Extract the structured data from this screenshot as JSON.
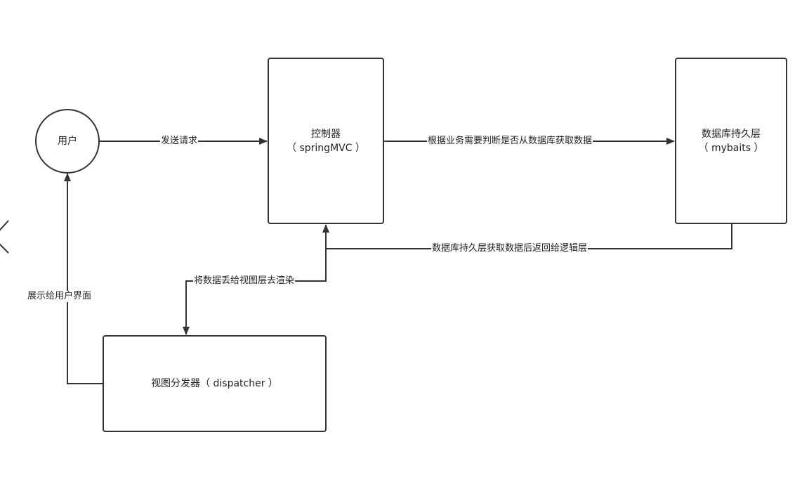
{
  "nodes": {
    "user": {
      "label": "用户"
    },
    "controller": {
      "line1": "控制器",
      "line2": "（ springMVC ）"
    },
    "persistence": {
      "line1": "数据库持久层",
      "line2": "（ mybaits ）"
    },
    "dispatcher": {
      "label": "视图分发器（ dispatcher ）"
    }
  },
  "edges": {
    "send_request": "发送请求",
    "fetch_data": "根据业务需要判断是否从数据库获取数据",
    "return_data": "数据库持久层获取数据后返回给逻辑层",
    "render_view": "将数据丢给视图层去渲染",
    "show_ui": "展示给用户界面"
  },
  "colors": {
    "line": "#333333",
    "background": "#ffffff"
  }
}
